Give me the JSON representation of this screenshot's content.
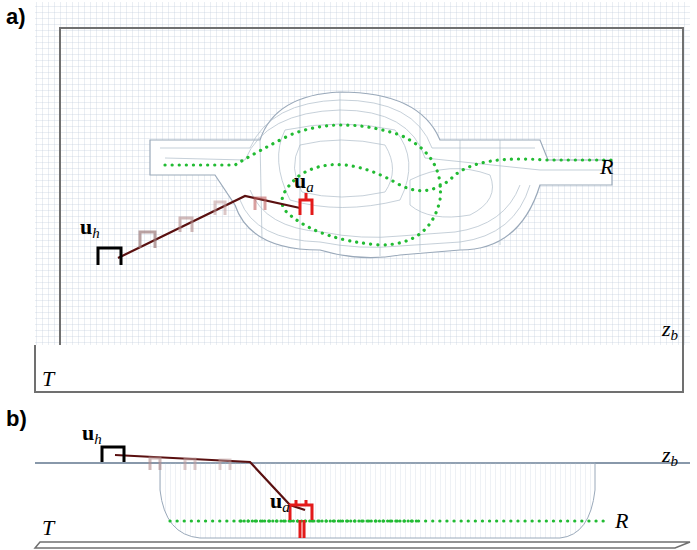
{
  "diagram": {
    "labels": [
      "a)",
      "uh",
      "ua",
      "R",
      "zb",
      "T",
      "b)",
      "uh",
      "ua",
      "zb",
      "R",
      "T"
    ]
  }
}
